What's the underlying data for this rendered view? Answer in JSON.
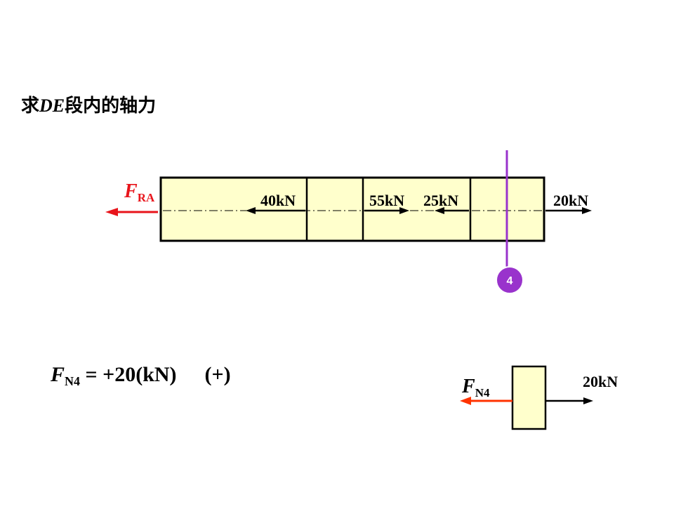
{
  "heading": {
    "prefix": "求",
    "segment": "DE",
    "suffix": "段内的轴力"
  },
  "main_bar": {
    "reaction": {
      "letter": "F",
      "sub": "RA"
    },
    "loads": [
      "40kN",
      "55kN",
      "25kN",
      "20kN"
    ],
    "section_marker": "4"
  },
  "equation": {
    "letter": "F",
    "sub": "N4",
    "rhs": " = +20(kN)",
    "sign": "(+)"
  },
  "free_body": {
    "internal": {
      "letter": "F",
      "sub": "N4"
    },
    "load": "20kN"
  },
  "colors": {
    "bar_fill": "#ffffcc",
    "reaction": "#e8141b",
    "section": "#9933cc",
    "internal_force": "#ff3300"
  }
}
